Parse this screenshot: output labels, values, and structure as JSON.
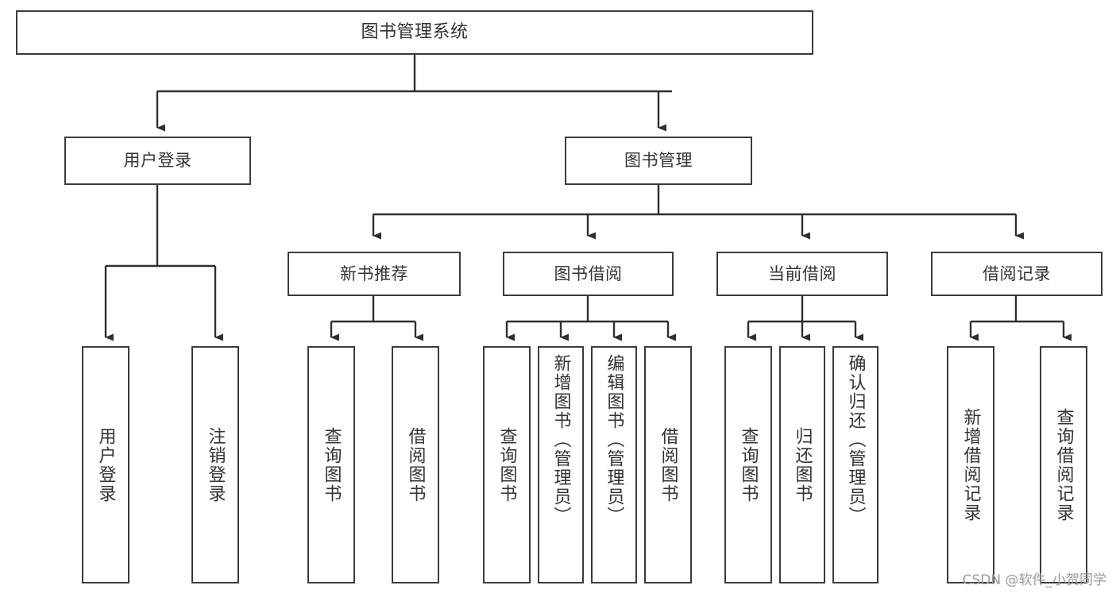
{
  "diagram": {
    "type": "tree-hierarchy",
    "title": "图书管理系统",
    "orientation": "top-down",
    "colors": {
      "border": "#3b3b3b",
      "text": "#333333",
      "background": "#ffffff",
      "edge": "#2f2f2f",
      "watermark": "#9a9a9a"
    },
    "nodes": {
      "root": {
        "label": "图书管理系统",
        "level": 0
      },
      "l2": [
        {
          "id": "user-login",
          "label": "用户登录",
          "level": 1
        },
        {
          "id": "book-manage",
          "label": "图书管理",
          "level": 1
        }
      ],
      "l3": [
        {
          "id": "new-book-recommend",
          "label": "新书推荐",
          "level": 2,
          "parent": "book-manage"
        },
        {
          "id": "book-borrow",
          "label": "图书借阅",
          "level": 2,
          "parent": "book-manage"
        },
        {
          "id": "current-borrow",
          "label": "当前借阅",
          "level": 2,
          "parent": "book-manage"
        },
        {
          "id": "borrow-record",
          "label": "借阅记录",
          "level": 2,
          "parent": "book-manage"
        }
      ],
      "leaves": [
        {
          "id": "leaf-user-login",
          "label": "用户登录",
          "parent": "user-login"
        },
        {
          "id": "leaf-logout",
          "label": "注销登录",
          "parent": "user-login"
        },
        {
          "id": "leaf-query-book-1",
          "label": "查询图书",
          "parent": "new-book-recommend"
        },
        {
          "id": "leaf-borrow-book-1",
          "label": "借阅图书",
          "parent": "new-book-recommend"
        },
        {
          "id": "leaf-query-book-2",
          "label": "查询图书",
          "parent": "book-borrow"
        },
        {
          "id": "leaf-add-book",
          "label": "新增图书（管理员）",
          "parent": "book-borrow"
        },
        {
          "id": "leaf-edit-book",
          "label": "编辑图书（管理员）",
          "parent": "book-borrow"
        },
        {
          "id": "leaf-borrow-book-2",
          "label": "借阅图书",
          "parent": "book-borrow"
        },
        {
          "id": "leaf-query-book-3",
          "label": "查询图书",
          "parent": "current-borrow"
        },
        {
          "id": "leaf-return-book",
          "label": "归还图书",
          "parent": "current-borrow"
        },
        {
          "id": "leaf-confirm-return",
          "label": "确认归还（管理员）",
          "parent": "current-borrow"
        },
        {
          "id": "leaf-add-record",
          "label": "新增借阅记录",
          "parent": "borrow-record"
        },
        {
          "id": "leaf-query-record",
          "label": "查询借阅记录",
          "parent": "borrow-record"
        }
      ]
    }
  },
  "watermark": {
    "text": "CSDN @软件_小贺同学"
  }
}
